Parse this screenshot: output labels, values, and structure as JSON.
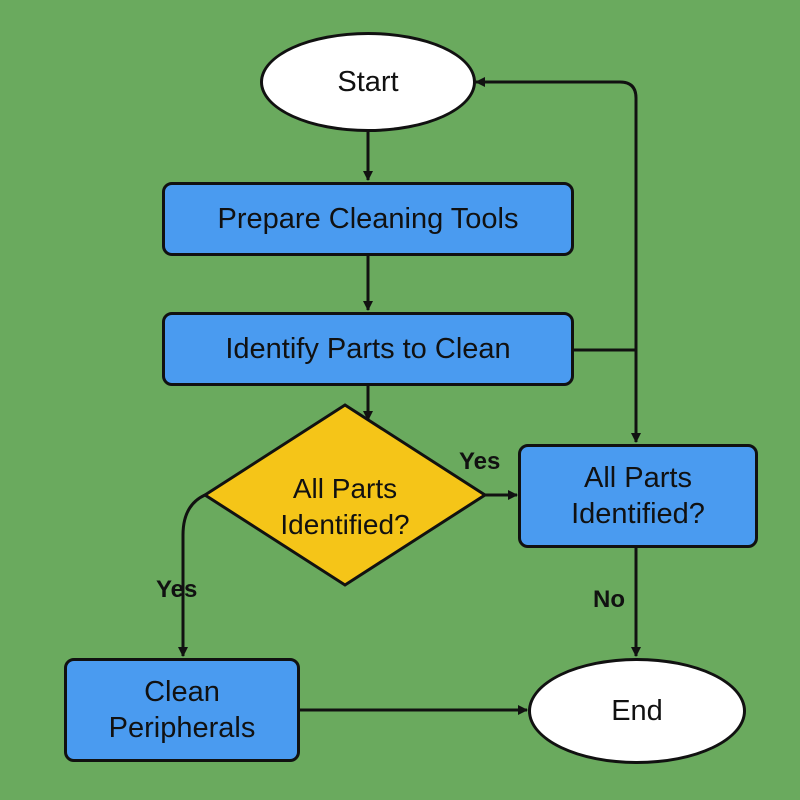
{
  "nodes": {
    "start": "Start",
    "prepare": "Prepare Cleaning Tools",
    "identify": "Identify Parts to Clean",
    "decision": "All Parts\nIdentified?",
    "check": "All Parts\nIdentified?",
    "clean": "Clean\nPeripherals",
    "end": "End"
  },
  "edge_labels": {
    "decision_yes_right": "Yes",
    "decision_yes_down": "Yes",
    "check_no": "No"
  },
  "colors": {
    "background": "#6aaa5e",
    "process": "#4a9bf0",
    "decision": "#f5c518",
    "terminal": "#ffffff",
    "stroke": "#111111"
  }
}
